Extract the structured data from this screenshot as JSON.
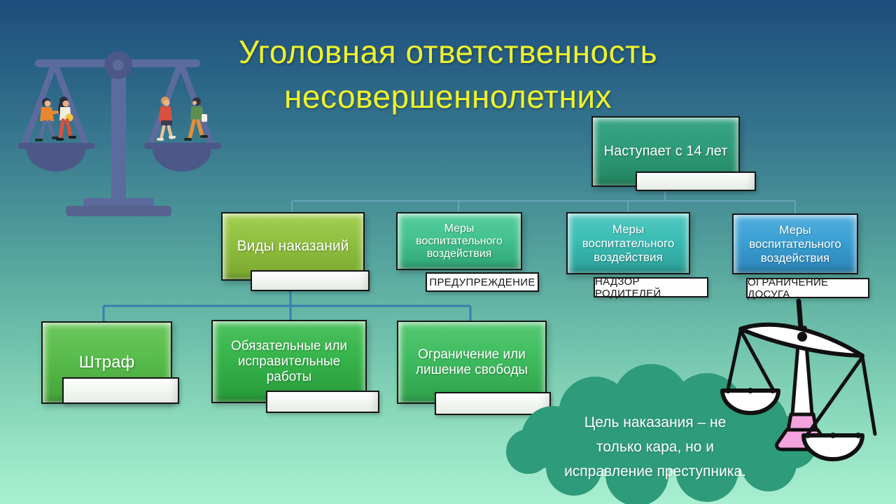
{
  "slide": {
    "title": {
      "line1": "Уголовная ответственность",
      "line2": "несовершеннолетних",
      "color": "#EEF32B"
    },
    "background": {
      "gradient_top": "#1D4D7C",
      "gradient_middle": "#4F9C9B",
      "gradient_bottom": "#A9EFD1"
    }
  },
  "diagram": {
    "age_box": {
      "label": "Наступает с 14 лет",
      "color": "#2E9B79"
    },
    "types_box": {
      "label": "Виды наказаний",
      "color": "#8FBE3F"
    },
    "measure_boxes": [
      {
        "label": "Меры воспитательного воздействия",
        "tag": "ПРЕДУПРЕЖДЕНИЕ",
        "color": "#44C28F"
      },
      {
        "label": "Меры воспитательного воздействия",
        "tag": "НАДЗОР РОДИТЕЛЕЙ",
        "color": "#3BBCB4"
      },
      {
        "label": "Меры воспитательного воздействия",
        "tag": "ОГРАНИЧЕНИЕ ДОСУГА",
        "color": "#3B9FD3"
      }
    ],
    "punishment_boxes": [
      {
        "label": "Штраф",
        "color": "#58BC4B"
      },
      {
        "label": "Обязательные или исправительные работы",
        "color": "#37B44B"
      },
      {
        "label": "Ограничение или лишение свободы",
        "color": "#3FBC5F"
      }
    ],
    "connector_color": "#2E74B5"
  },
  "cloud": {
    "line1": "Цель наказания – не",
    "line2": "только кара, но и",
    "line3": "исправление преступника.",
    "color": "#2E9B7A"
  },
  "illustrations": {
    "top_left": "justice-scales-with-people",
    "bottom_right": "tilted-scales-line-art"
  }
}
